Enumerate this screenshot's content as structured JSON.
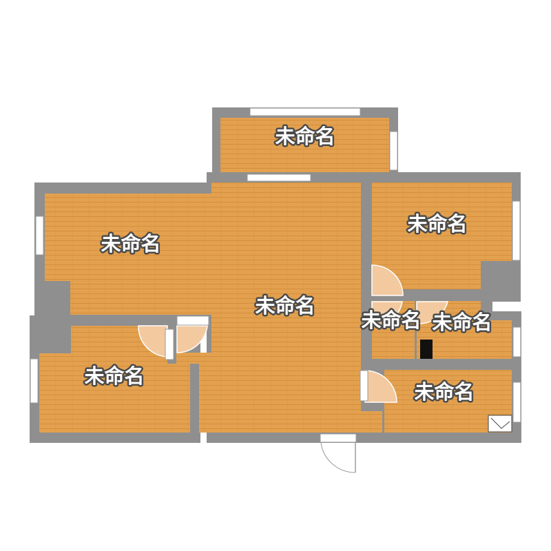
{
  "rooms": [
    {
      "id": "top-room",
      "label": "未命名"
    },
    {
      "id": "left-upper-room",
      "label": "未命名"
    },
    {
      "id": "center-room",
      "label": "未命名"
    },
    {
      "id": "right-upper-room",
      "label": "未命名"
    },
    {
      "id": "left-lower-room",
      "label": "未命名"
    },
    {
      "id": "small-room-a",
      "label": "未命名"
    },
    {
      "id": "small-room-b",
      "label": "未命名"
    },
    {
      "id": "right-lower-room",
      "label": "未命名"
    }
  ],
  "colors": {
    "wall": "#8f8f8f",
    "floor": "#e3a14f",
    "floor_stripe": "#d48e3c",
    "door_swing": "#f3c9a0",
    "window": "#ffffff",
    "label_fill": "#ffffff",
    "label_stroke": "#4a4a4a"
  }
}
